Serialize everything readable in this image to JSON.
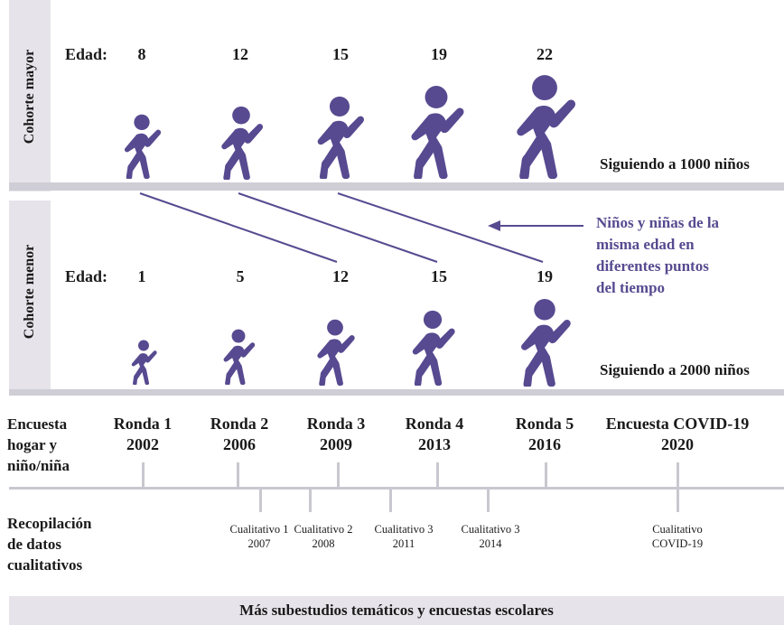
{
  "older_cohort": {
    "label": "Cohorte mayor",
    "edad_label": "Edad:",
    "ages": [
      "8",
      "12",
      "15",
      "19",
      "22"
    ],
    "following": "Siguiendo a 1000 niños"
  },
  "younger_cohort": {
    "label": "Cohorte menor",
    "edad_label": "Edad:",
    "ages": [
      "1",
      "5",
      "12",
      "15",
      "19"
    ],
    "following": "Siguiendo a 2000 niños"
  },
  "annotation": {
    "lines": [
      "Niños y niñas de la",
      "misma edad en",
      "diferentes puntos",
      "del tiempo"
    ]
  },
  "survey": {
    "label_lines": [
      "Encuesta",
      "hogar y",
      "niño/niña"
    ],
    "rounds": [
      {
        "name": "Ronda 1",
        "year": "2002"
      },
      {
        "name": "Ronda 2",
        "year": "2006"
      },
      {
        "name": "Ronda 3",
        "year": "2009"
      },
      {
        "name": "Ronda 4",
        "year": "2013"
      },
      {
        "name": "Ronda 5",
        "year": "2016"
      },
      {
        "name": "Encuesta COVID-19",
        "year": "2020"
      }
    ]
  },
  "qualitative": {
    "label_lines": [
      "Recopilación",
      "de datos",
      "cualitativos"
    ],
    "items": [
      {
        "name": "Cualitativo 1",
        "year": "2007"
      },
      {
        "name": "Cualitativo 2",
        "year": "2008"
      },
      {
        "name": "Cualitativo 3",
        "year": "2011"
      },
      {
        "name": "Cualitativo 3",
        "year": "2014"
      },
      {
        "name": "Cualitativo",
        "year": "COVID-19"
      }
    ]
  },
  "footer": "Más subestudios temáticos y encuestas escolares",
  "colors": {
    "accent": "#574a90",
    "band": "#e6e4ea"
  }
}
